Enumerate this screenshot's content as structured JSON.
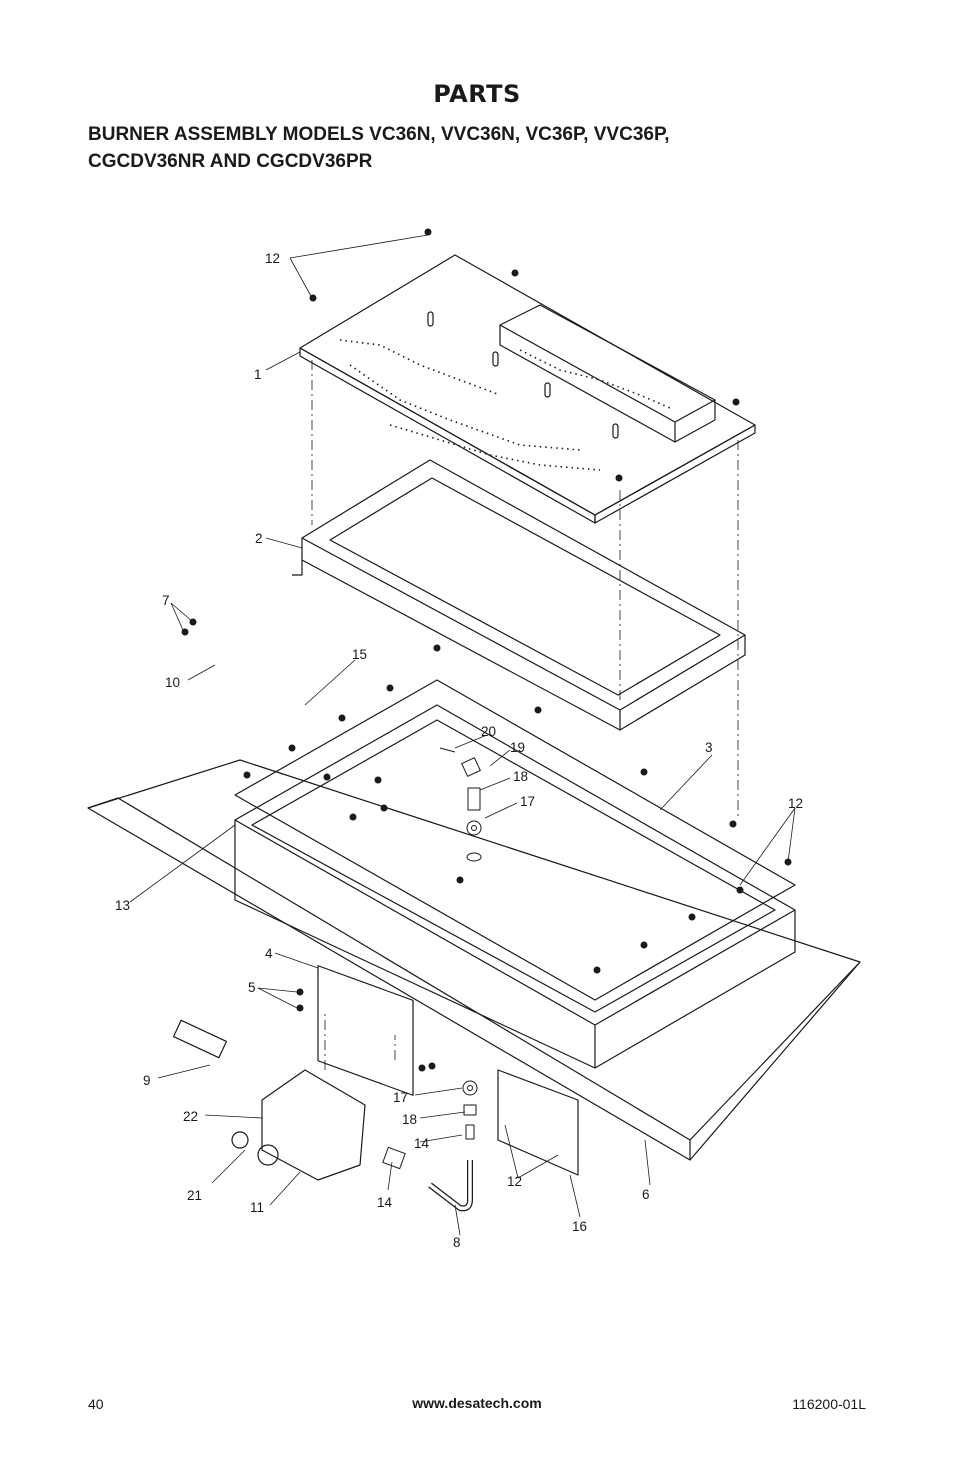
{
  "page": {
    "title": "PARTS",
    "subtitle_line1": "BURNER ASSEMBLY MODELS VC36N, VVC36N, VC36P, VVC36P,",
    "subtitle_line2": "CGCDV36NR AND CGCDV36PR"
  },
  "diagram": {
    "callouts": [
      "12",
      "1",
      "2",
      "7",
      "10",
      "15",
      "20",
      "19",
      "18",
      "17",
      "3",
      "12",
      "13",
      "4",
      "5",
      "9",
      "22",
      "21",
      "11",
      "17",
      "18",
      "14",
      "14",
      "8",
      "12",
      "16",
      "6"
    ]
  },
  "footer": {
    "page_number": "40",
    "website": "www.desatech.com",
    "doc_number": "116200-01L"
  }
}
